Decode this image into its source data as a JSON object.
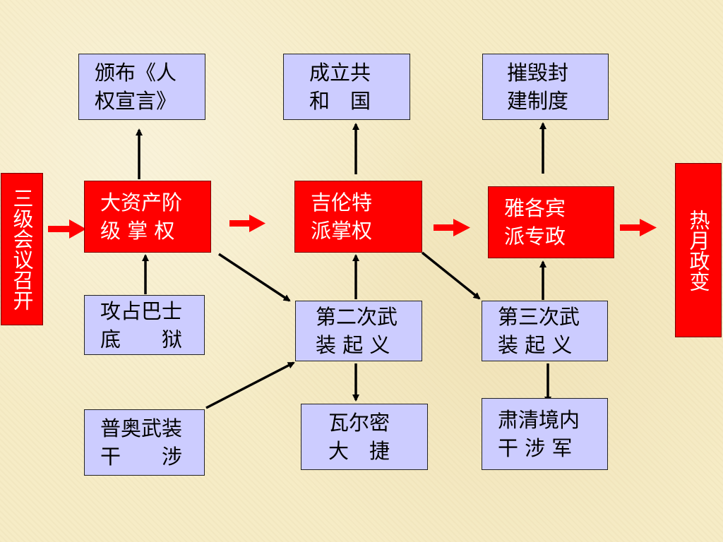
{
  "nodes": {
    "sanji": "三级会议召开",
    "remue": "热月政变",
    "dazichan": "大资产阶\n级 掌 权",
    "jilunte": "吉伦特\n派掌权",
    "yagebin": "雅各宾\n派专政",
    "banbu": "颁布《人\n权宣言》",
    "chengli": "成立共\n和　国",
    "cuihui": "摧毁封\n建制度",
    "gongzhan": "攻占巴士\n底　　狱",
    "dierci": "第二次武\n装 起 义",
    "disanci": "第三次武\n装 起 义",
    "puao": "普奥武装\n干　　涉",
    "waermi": "瓦尔密\n大　捷",
    "suqing": "肃清境内\n干 涉 军"
  },
  "colors": {
    "key_event": "#ff0000",
    "event": "#ccccff",
    "flow_arrow": "#ff0000",
    "link_arrow": "#000000"
  }
}
